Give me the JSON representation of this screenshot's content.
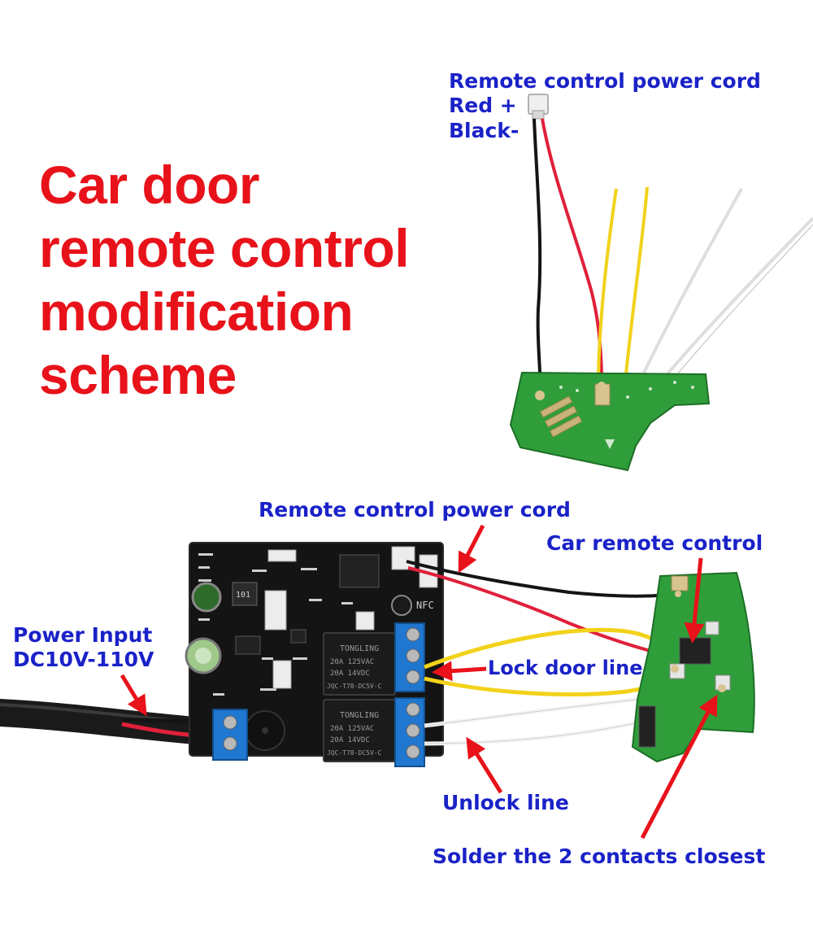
{
  "title": {
    "line1": "Car door",
    "line2": "remote control",
    "line3": "modification",
    "line4": "scheme"
  },
  "top_labels": {
    "power_cord": "Remote control power cord",
    "red": "Red +",
    "black": "Black-"
  },
  "labels": {
    "remote_power_cord": "Remote control power cord",
    "car_remote": "Car remote control",
    "power_input_1": "Power Input",
    "power_input_2": "DC10V-110V",
    "lock_door_line": "Lock door line",
    "unlock_line": "Unlock line",
    "solder": "Solder the 2 contacts closest"
  },
  "board_marks": {
    "relay_brand": "TONGLING",
    "relay_spec1": "20A  125VAC",
    "relay_spec2": "20A  14VDC",
    "relay_model": "JQC-T78-DC5V-C",
    "nfc": "NFC",
    "cap": "101"
  },
  "colors": {
    "title": "#e8121a",
    "label": "#1a22c8",
    "arrow": "#e8121a",
    "pcb_black": "#141414",
    "pcb_green": "#2f9e3a",
    "terminal_blue": "#1f77d0",
    "wire_red": "#e0203a",
    "wire_yellow": "#f2d21b",
    "wire_white": "#f4f4f4"
  }
}
